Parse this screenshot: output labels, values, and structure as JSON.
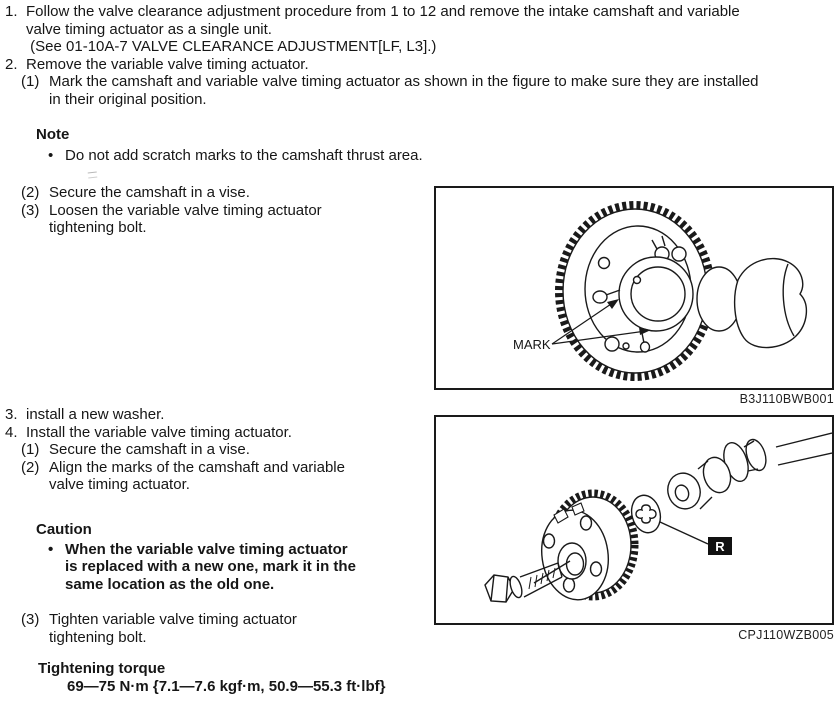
{
  "glyphs": {
    "bullet": "•"
  },
  "procedure": {
    "step1": {
      "num": "1.",
      "text": "Follow the valve clearance adjustment procedure from 1 to 12 and remove the intake camshaft and variable\nvalve timing actuator as a single unit.\n (See 01-10A-7 VALVE CLEARANCE ADJUSTMENT[LF, L3].)"
    },
    "step2": {
      "num": "2.",
      "text": "Remove the variable valve timing actuator."
    },
    "step2_sub1": {
      "num": "(1)",
      "text": "Mark the camshaft and variable valve timing actuator as shown in the figure to make sure they are installed\nin their original position."
    },
    "note": {
      "title": "Note",
      "text": "Do not add scratch marks to the camshaft thrust area."
    },
    "step2_sub2": {
      "num": "(2)",
      "text": "Secure the camshaft in a vise."
    },
    "step2_sub3": {
      "num": "(3)",
      "text": "Loosen the variable valve timing actuator\ntightening bolt."
    },
    "step3": {
      "num": "3.",
      "text": "install a new washer."
    },
    "step4": {
      "num": "4.",
      "text": "Install the variable valve timing actuator."
    },
    "step4_sub1": {
      "num": "(1)",
      "text": "Secure the camshaft in a vise."
    },
    "step4_sub2": {
      "num": "(2)",
      "text": "Align the marks of the camshaft and variable\nvalve timing actuator."
    },
    "caution": {
      "title": "Caution",
      "text": "When the variable valve timing actuator\nis replaced with a new one, mark it in the\nsame location as the old one."
    },
    "step4_sub3": {
      "num": "(3)",
      "text": "Tighten variable valve timing actuator\ntightening bolt."
    },
    "torque": {
      "title": "Tightening torque",
      "value": "69—75 N·m {7.1—7.6 kgf·m, 50.9—55.3 ft·lbf}"
    }
  },
  "figure1": {
    "label": "MARK",
    "code": "B3J110BWB001"
  },
  "figure2": {
    "label": "R",
    "code": "CPJ110WZB005"
  }
}
